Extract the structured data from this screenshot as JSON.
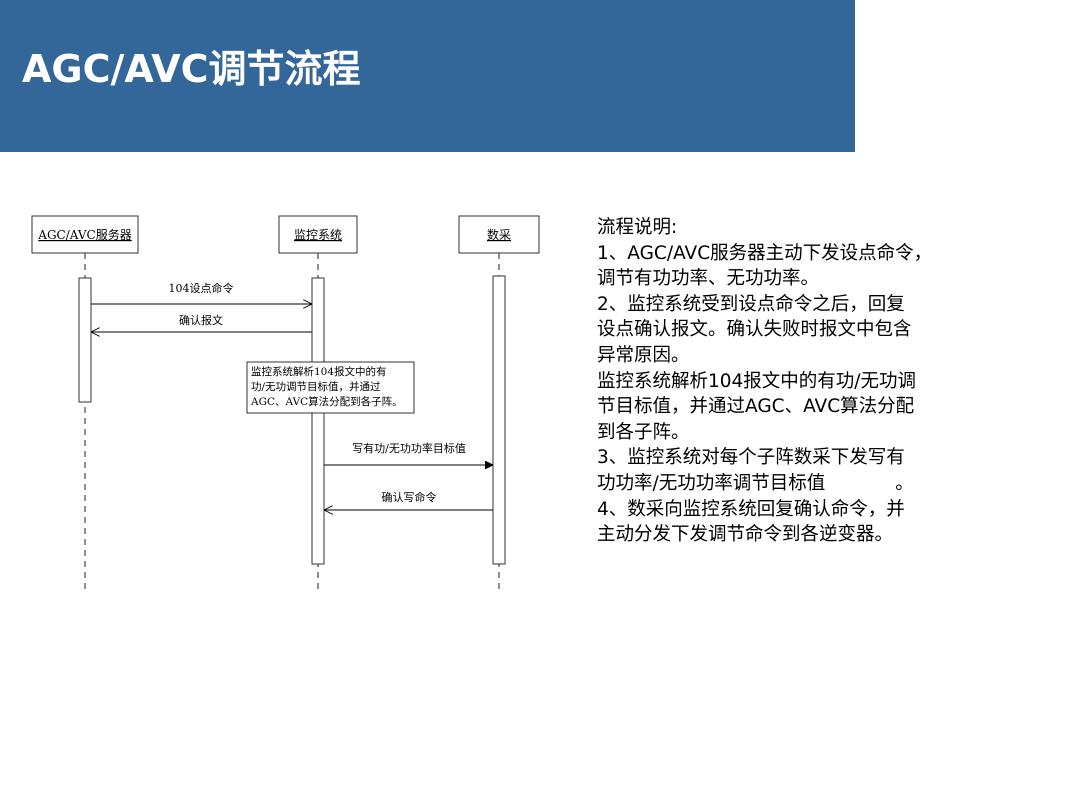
{
  "slide": {
    "title": "AGC/AVC调节流程"
  },
  "diagram": {
    "participants": [
      "AGC/AVC服务器",
      "监控系统",
      "数采"
    ],
    "messages": [
      "104设点命令",
      "确认报文",
      "写有功/无功功率目标值",
      "确认写命令"
    ],
    "note_lines": [
      "监控系统解析104报文中的有",
      "功/无功调节目标值，并通过",
      "AGC、AVC算法分配到各子阵。"
    ]
  },
  "description": {
    "lines": [
      "流程说明:",
      "1、AGC/AVC服务器主动下发设点命令，",
      "调节有功功率、无功功率。",
      "2、监控系统受到设点命令之后，回复",
      "设点确认报文。确认失败时报文中包含",
      "异常原因。",
      "监控系统解析104报文中的有功/无功调",
      "节目标值，并通过AGC、AVC算法分配",
      "到各子阵。",
      "3、监控系统对每个子阵数采下发写有",
      "功功率/无功功率调节目标值",
      "4、数采向监控系统回复确认命令，并",
      "主动分发下发调节命令到各逆变器。"
    ],
    "period": "。"
  },
  "colors": {
    "title_bar": "#336699",
    "title_text": "#ffffff"
  }
}
